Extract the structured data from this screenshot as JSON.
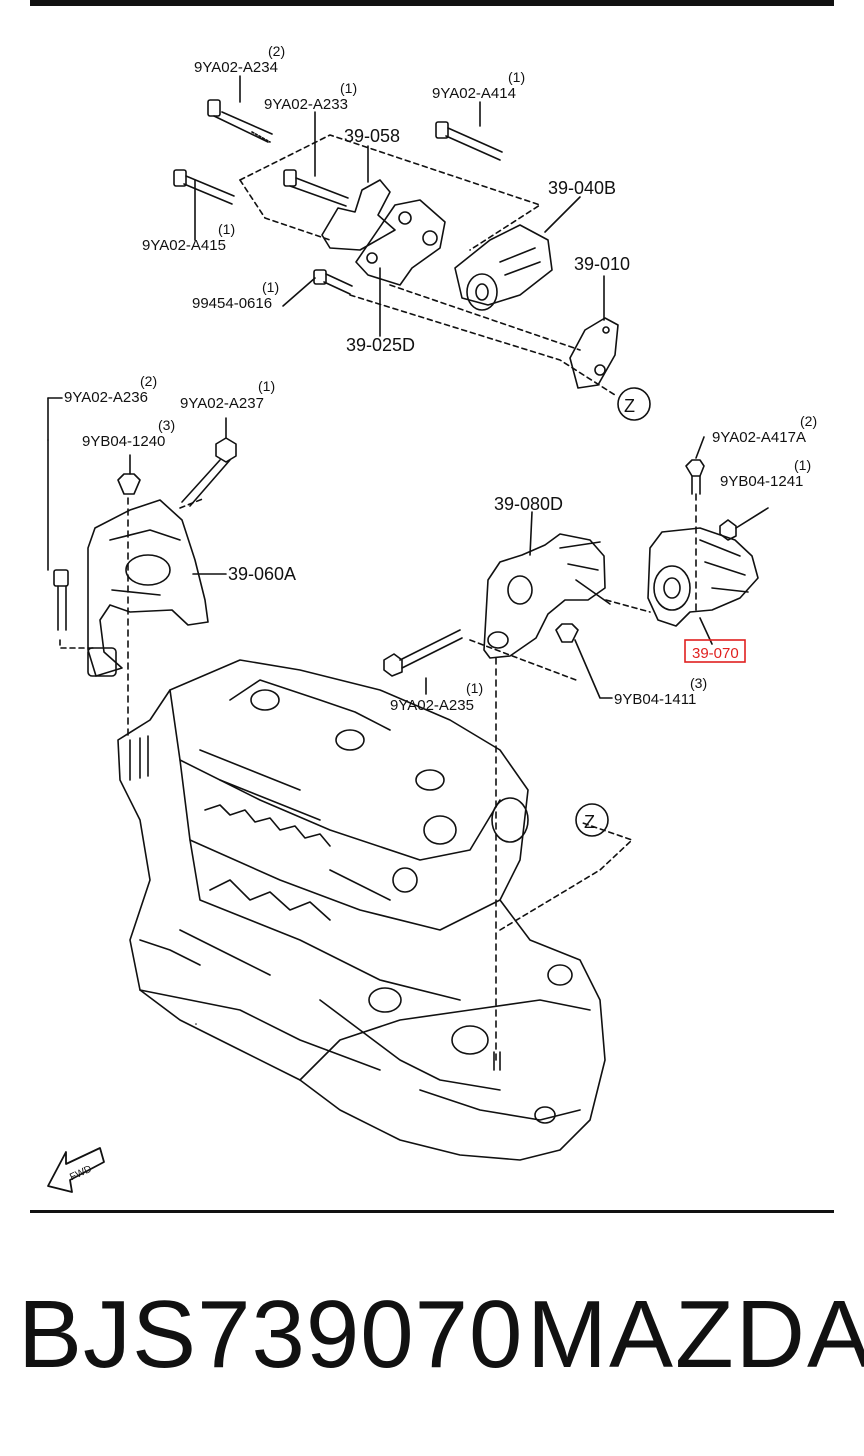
{
  "callouts": {
    "a234": {
      "code": "9YA02-A234",
      "qty": "(2)"
    },
    "a233": {
      "code": "9YA02-A233",
      "qty": "(1)"
    },
    "a414": {
      "code": "9YA02-A414",
      "qty": "(1)"
    },
    "p058": {
      "code": "39-058"
    },
    "p040b": {
      "code": "39-040B"
    },
    "a415": {
      "code": "9YA02-A415",
      "qty": "(1)"
    },
    "p010": {
      "code": "39-010"
    },
    "n0616": {
      "code": "99454-0616",
      "qty": "(1)"
    },
    "p025d": {
      "code": "39-025D"
    },
    "a236": {
      "code": "9YA02-A236",
      "qty": "(2)"
    },
    "a237": {
      "code": "9YA02-A237",
      "qty": "(1)"
    },
    "b1240": {
      "code": "9YB04-1240",
      "qty": "(3)"
    },
    "p060a": {
      "code": "39-060A"
    },
    "p080d": {
      "code": "39-080D"
    },
    "a417a": {
      "code": "9YA02-A417A",
      "qty": "(2)"
    },
    "b1241": {
      "code": "9YB04-1241",
      "qty": "(1)"
    },
    "p070": {
      "code": "39-070"
    },
    "a235": {
      "code": "9YA02-A235",
      "qty": "(1)"
    },
    "b1411": {
      "code": "9YB04-1411",
      "qty": "(3)"
    }
  },
  "markers": {
    "z_ref_1": "Z",
    "z_ref_2": "Z"
  },
  "direction_arrow": {
    "label": "FWD"
  },
  "highlight_color": "#e0201f",
  "footer": {
    "part_number": "BJS739070",
    "brand": "MAZDA"
  }
}
